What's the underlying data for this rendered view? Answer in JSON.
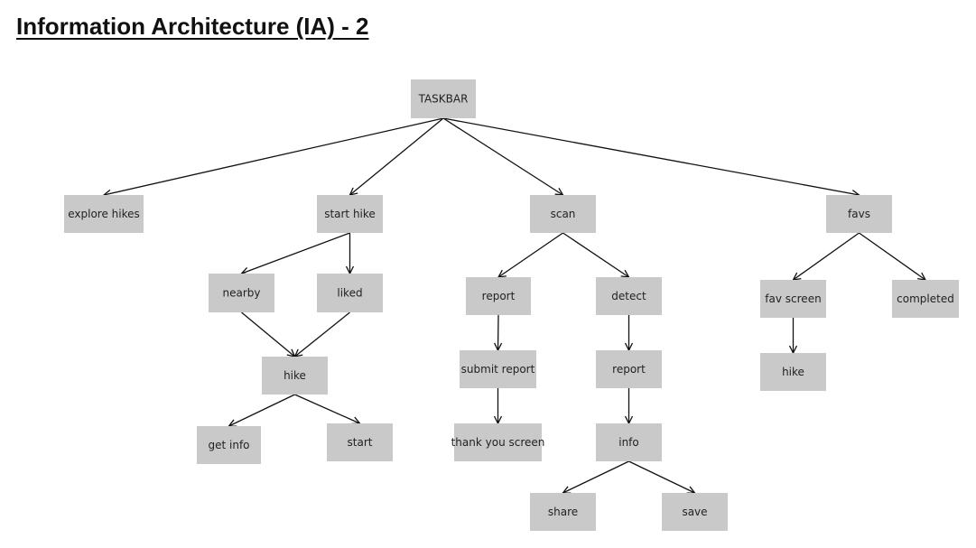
{
  "title": "Information Architecture (IA) - 2",
  "nodes": {
    "taskbar": "TASKBAR",
    "explore_hikes": "explore hikes",
    "start_hike": "start hike",
    "scan": "scan",
    "favs": "favs",
    "nearby": "nearby",
    "liked": "liked",
    "hike_main": "hike",
    "get_info": "get info",
    "start": "start",
    "report_scan": "report",
    "detect": "detect",
    "submit_report": "submit report",
    "report_detect": "report",
    "thank_you_screen": "thank you screen",
    "info": "info",
    "share": "share",
    "save": "save",
    "fav_screen": "fav screen",
    "completed": "completed",
    "hike_fav": "hike"
  },
  "edges": [
    [
      "taskbar",
      "explore_hikes"
    ],
    [
      "taskbar",
      "start_hike"
    ],
    [
      "taskbar",
      "scan"
    ],
    [
      "taskbar",
      "favs"
    ],
    [
      "start_hike",
      "nearby"
    ],
    [
      "start_hike",
      "liked"
    ],
    [
      "nearby",
      "hike_main"
    ],
    [
      "liked",
      "hike_main"
    ],
    [
      "hike_main",
      "get_info"
    ],
    [
      "hike_main",
      "start"
    ],
    [
      "scan",
      "report_scan"
    ],
    [
      "scan",
      "detect"
    ],
    [
      "report_scan",
      "submit_report"
    ],
    [
      "submit_report",
      "thank_you_screen"
    ],
    [
      "detect",
      "report_detect"
    ],
    [
      "report_detect",
      "info"
    ],
    [
      "info",
      "share"
    ],
    [
      "info",
      "save"
    ],
    [
      "favs",
      "fav_screen"
    ],
    [
      "favs",
      "completed"
    ],
    [
      "fav_screen",
      "hike_fav"
    ]
  ]
}
